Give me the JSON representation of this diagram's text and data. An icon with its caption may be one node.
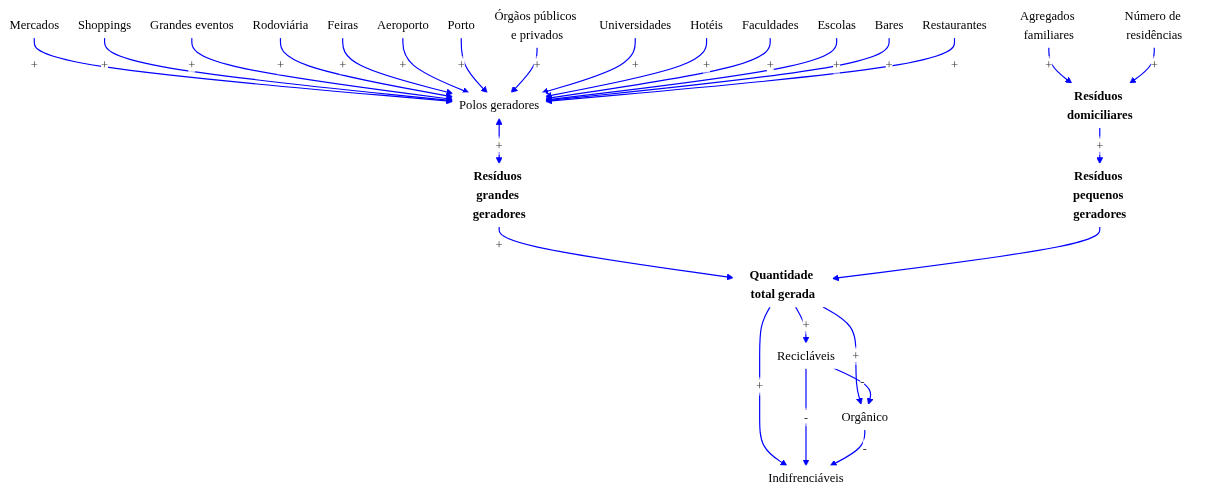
{
  "diagram": {
    "nodes": [
      {
        "text": [
          "Mercados"
        ]
      },
      {
        "text": [
          "Shoppings"
        ]
      },
      {
        "text": [
          "Grandes eventos"
        ]
      },
      {
        "text": [
          "Rodoviária"
        ]
      },
      {
        "text": [
          "Feiras"
        ]
      },
      {
        "text": [
          "Aeroporto"
        ]
      },
      {
        "text": [
          "Porto"
        ]
      },
      {
        "text": [
          "Órgãos públicos e privados"
        ]
      },
      {
        "text": [
          "Universidades"
        ]
      },
      {
        "text": [
          "Hotéis"
        ]
      },
      {
        "text": [
          "Faculdades"
        ]
      },
      {
        "text": [
          "Escolas"
        ]
      },
      {
        "text": [
          "Bares"
        ]
      },
      {
        "text": [
          "Restaurantes"
        ]
      },
      {
        "text": [
          "Polos geradores"
        ]
      },
      {
        "text": [
          "Indifrenciáveis"
        ]
      },
      {
        "text": [
          "Recicláveis"
        ]
      },
      {
        "text": [
          "Orgânico"
        ]
      },
      {
        "text": [
          "Quantidade total gerada"
        ]
      },
      {
        "text": [
          "Agregados familiares"
        ]
      },
      {
        "text": [
          "Resíduos domiciliares"
        ]
      },
      {
        "text": [
          "Resíduos grandes geradores"
        ]
      },
      {
        "text": [
          "Resíduos pequenos geradores"
        ]
      },
      {
        "text": [
          "Número de residências"
        ]
      }
    ],
    "edges": [
      {
        "from": 0,
        "to": 14,
        "arrow": "to",
        "label": "+"
      },
      {
        "from": 1,
        "to": 14,
        "arrow": "to",
        "label": "+"
      },
      {
        "from": 2,
        "to": 14,
        "arrow": "to",
        "label": "+"
      },
      {
        "from": 3,
        "to": 14,
        "arrow": "to",
        "label": "+"
      },
      {
        "from": 4,
        "to": 14,
        "arrow": "to",
        "label": "+"
      },
      {
        "from": 5,
        "to": 14,
        "arrow": "to",
        "label": "+"
      },
      {
        "from": 6,
        "to": 14,
        "arrow": "to",
        "label": "+"
      },
      {
        "from": 7,
        "to": 14,
        "arrow": "to",
        "label": "+"
      },
      {
        "from": 8,
        "to": 14,
        "arrow": "to",
        "label": "+"
      },
      {
        "from": 9,
        "to": 14,
        "arrow": "to",
        "label": "+"
      },
      {
        "from": 10,
        "to": 14,
        "arrow": "to",
        "label": "+"
      },
      {
        "from": 11,
        "to": 14,
        "arrow": "to",
        "label": "+"
      },
      {
        "from": 12,
        "to": 14,
        "arrow": "to",
        "label": "+"
      },
      {
        "from": 13,
        "to": 14,
        "arrow": "to",
        "label": "+"
      },
      {
        "from": 14,
        "to": 21,
        "arrow": "both",
        "label": "+"
      },
      {
        "from": 21,
        "to": 18,
        "arrow": "to",
        "label": "+"
      },
      {
        "from": 22,
        "to": 18,
        "arrow": "to"
      },
      {
        "from": 20,
        "to": 22,
        "arrow": "to",
        "label": "+"
      },
      {
        "from": 19,
        "to": 20,
        "arrow": "to",
        "label": "+"
      },
      {
        "from": 23,
        "to": 20,
        "arrow": "to",
        "label": "+"
      },
      {
        "from": 18,
        "to": 16,
        "arrow": "to",
        "label": "+"
      },
      {
        "from": 18,
        "to": 17,
        "arrow": "to",
        "label": "+"
      },
      {
        "from": 18,
        "to": 15,
        "arrow": "to",
        "label": "+"
      },
      {
        "from": 16,
        "to": 17,
        "arrow": "to",
        "label": "-"
      },
      {
        "from": 16,
        "to": 15,
        "arrow": "to",
        "label": "-"
      },
      {
        "from": 17,
        "to": 15,
        "arrow": "to",
        "label": "-"
      }
    ]
  }
}
